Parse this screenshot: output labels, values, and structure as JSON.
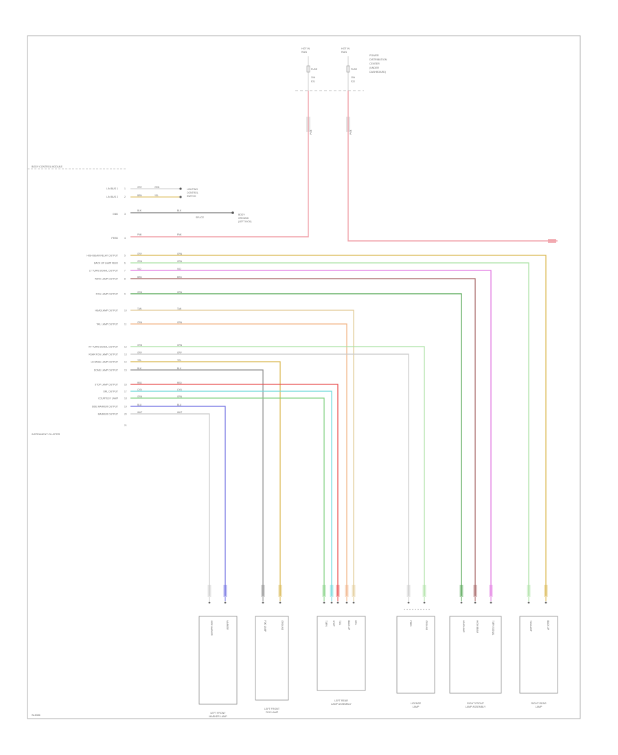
{
  "diagram": {
    "top_fuses": [
      {
        "label_lines": [
          "HOT IN",
          "RUN"
        ],
        "fuse": "FUSE",
        "amps": [
          "10A",
          "F21"
        ],
        "wire": "PNK"
      },
      {
        "label_lines": [
          "HOT IN",
          "RUN"
        ],
        "fuse": "FUSE",
        "amps": [
          "10A",
          "F22"
        ],
        "wire": "PNK"
      }
    ],
    "power_box_label": [
      "POWER",
      "DISTRIBUTION",
      "CENTER",
      "(UNDER",
      "DASHBOARD)"
    ],
    "module_title": "BODY CONTROL MODULE",
    "module_footer": "INSTRUMENT CLUSTER",
    "top_signals": [
      {
        "label": "LIN BUS 1",
        "pin": "1",
        "wire": "GRY",
        "code": "ORN"
      },
      {
        "label": "LIN BUS 2",
        "pin": "2",
        "wire": "BRN",
        "code": "YEL"
      }
    ],
    "top_signal_target": [
      "LIGHTING",
      "CONTROL",
      "SWITCH"
    ],
    "ground_row": {
      "label": "GND",
      "pin": "3",
      "wire": "BLK",
      "code": "BLK"
    },
    "ground_target": [
      "BODY",
      "GROUND",
      "(LEFT KICK)"
    ],
    "splice_label": "SPLICE",
    "ignition_row": {
      "label": "FEED",
      "pin": "4",
      "wire": "PNK",
      "code": "PNK"
    },
    "signals": [
      {
        "label": "HIGH BEAM RELAY OUTPUT",
        "wire": "GRY",
        "code": "ORN"
      },
      {
        "label": "BACK UP LAMP FEED",
        "wire": "GRN",
        "code": "GRN"
      },
      {
        "label": "LT TURN SIGNAL OUTPUT",
        "wire": "VIO",
        "code": "VIO"
      },
      {
        "label": "PARK LAMP OUTPUT",
        "wire": "BRN",
        "code": "BRN"
      },
      {
        "label": "FOG LAMP OUTPUT",
        "wire": "GRN",
        "code": "GRN"
      },
      {
        "label": "HEADLAMP OUTPUT",
        "wire": "TAN",
        "code": "TAN"
      },
      {
        "label": "TAIL LAMP OUTPUT",
        "wire": "ORN",
        "code": "ORN"
      },
      {
        "label": "RT TURN SIGNAL OUTPUT",
        "wire": "GRN",
        "code": "GRN"
      },
      {
        "label": "REAR FOG LAMP OUTPUT",
        "wire": "GRY",
        "code": "GRY"
      },
      {
        "label": "LICENSE LAMP OUTPUT",
        "wire": "YEL",
        "code": "YEL"
      },
      {
        "label": "DOME LAMP OUTPUT",
        "wire": "BLK",
        "code": "BLK"
      },
      {
        "label": "STOP LAMP OUTPUT",
        "wire": "RED",
        "code": "RED"
      },
      {
        "label": "DRL OUTPUT",
        "wire": "CYN",
        "code": "CYN"
      },
      {
        "label": "COURTESY LAMP",
        "wire": "GRN",
        "code": "GRN"
      },
      {
        "label": "SIDE MARKER OUTPUT",
        "wire": "BLU",
        "code": "BLU"
      },
      {
        "label": "MARKER OUTPUT",
        "wire": "WHT",
        "code": "WHT"
      }
    ],
    "components": [
      {
        "name": [
          "LEFT FRONT",
          "MARKER LAMP"
        ],
        "pins": [
          "SIDE MARKER",
          "MARKER"
        ]
      },
      {
        "name": [
          "LEFT FRONT",
          "FOG LAMP"
        ],
        "pins": [
          "FOG LAMP",
          "GROUND"
        ]
      },
      {
        "name": [
          "LEFT REAR",
          "LAMP ASSEMBLY"
        ],
        "pins": [
          "TURN",
          "STOP",
          "TAIL",
          "BACK UP",
          "DRL"
        ]
      },
      {
        "name": [
          "LICENSE",
          "LAMP"
        ],
        "pins": [
          "FEED",
          "GROUND"
        ]
      },
      {
        "name": [
          "RIGHT FRONT",
          "LAMP ASSEMBLY"
        ],
        "pins": [
          "HEADLAMP",
          "HIGH BEAM",
          "TURN SIGNAL"
        ]
      },
      {
        "name": [
          "RIGHT REAR",
          "LAMP"
        ],
        "pins": [
          "TAIL LAMP",
          "BACK UP"
        ]
      }
    ],
    "page_code": "W-4356",
    "colors": {
      "pink": "#f0a0a8",
      "yellow": "#d8b448",
      "green": "#7ccf7c",
      "light_green": "#a8e0a0",
      "magenta": "#e070e0",
      "brown": "#a05a5a",
      "dark_green": "#48a048",
      "tan": "#e0c890",
      "orange": "#f0b080",
      "grey": "#c8c8c8",
      "dark_grey": "#888888",
      "red": "#e84848",
      "cyan": "#68d8d8",
      "blue": "#6868e0",
      "frame": "#999999"
    }
  }
}
